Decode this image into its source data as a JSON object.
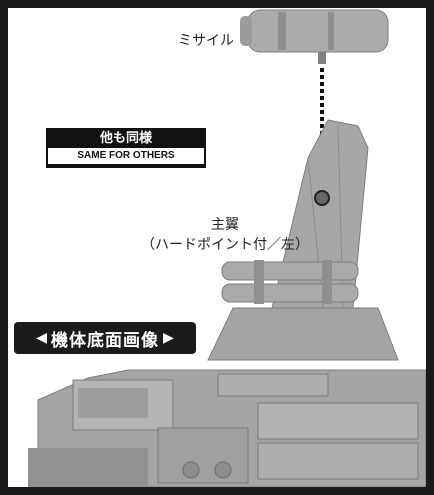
{
  "labels": {
    "missile": "ミサイル",
    "main_wing_line1": "主翼",
    "main_wing_line2": "（ハードポイント付／左）"
  },
  "same_box": {
    "title": "他も同様",
    "subtitle": "SAME FOR OTHERS"
  },
  "bottom_banner": {
    "left_arrow": "◀",
    "text": "機体底面画像",
    "right_arrow": "▶"
  },
  "colors": {
    "frame": "#1a1a1a",
    "model_gray": "#a7a9ab",
    "model_dark": "#6e7073"
  }
}
